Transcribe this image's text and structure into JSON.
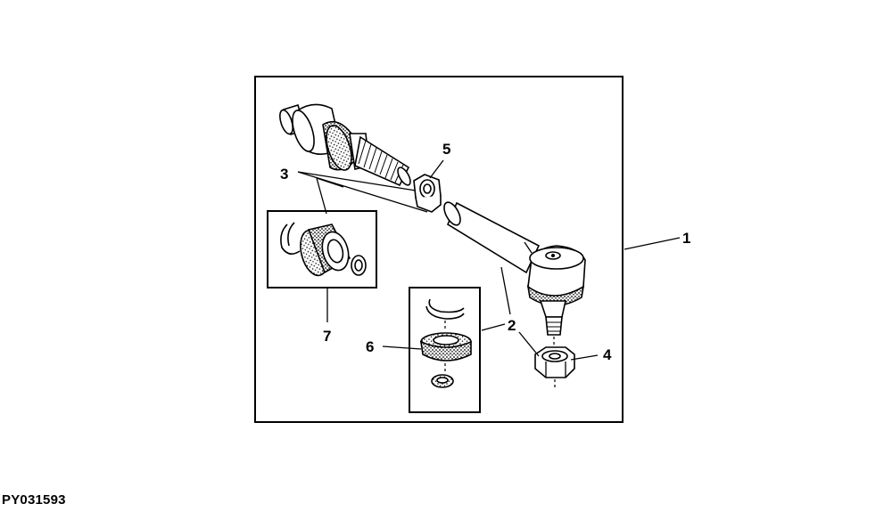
{
  "figure_id": "PY031593",
  "callouts": {
    "c1": "1",
    "c2": "2",
    "c3": "3",
    "c4": "4",
    "c5": "5",
    "c6": "6",
    "c7": "7"
  }
}
